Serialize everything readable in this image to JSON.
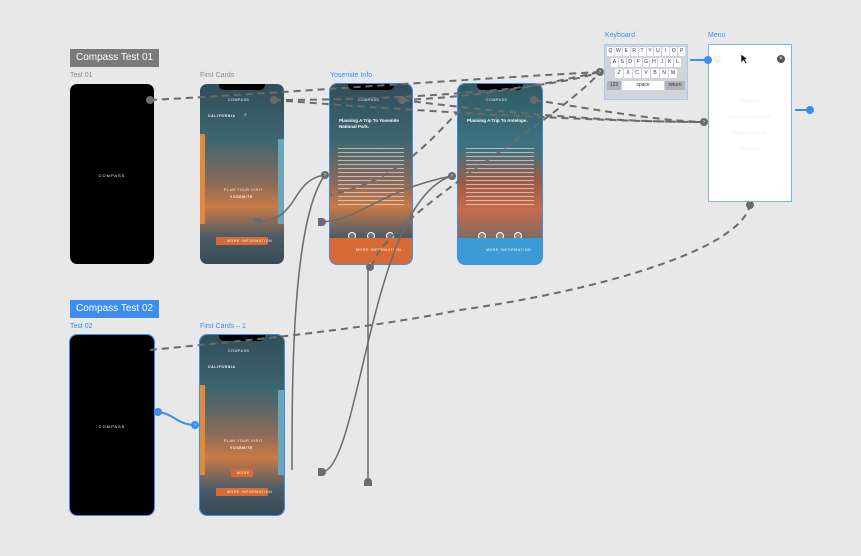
{
  "groups": [
    {
      "label": "Compass Test 01"
    },
    {
      "label": "Compass Test 02"
    }
  ],
  "artboards": {
    "test01": "Test 01",
    "first_cards": "First Cards",
    "yosemite_info": "Yosemite Info",
    "keyboard": "Keyboard",
    "menu": "Menu",
    "test02": "Test 02",
    "first_cards_1": "First Cards – 1"
  },
  "phone": {
    "compass_word": "COMPASS",
    "header_word": "COMPASS",
    "california": "CALIFORNIA",
    "plan_trip": "PLAN YOUR VISIT",
    "yosemite": "YOSEMITE",
    "more": "MORE",
    "info_button": "MORE INFORMATION",
    "yosemite_heading": "Planning A Trip To Yosemite National Park.",
    "antelope_heading": "Planning A Trip To Antelope."
  },
  "keyboard_rows": [
    [
      "Q",
      "W",
      "E",
      "R",
      "T",
      "Y",
      "U",
      "I",
      "O",
      "P"
    ],
    [
      "A",
      "S",
      "D",
      "F",
      "G",
      "H",
      "J",
      "K",
      "L"
    ],
    [
      "Z",
      "X",
      "C",
      "V",
      "B",
      "N",
      "M"
    ]
  ],
  "keyboard_bottom": {
    "num": "123",
    "space": "space",
    "ret": "return"
  },
  "menu_items": [
    "YOSEMITE",
    "ANTELOPE CANYON",
    "GRAND CANYON",
    "SEQUOIA"
  ],
  "colors": {
    "canvas": "#e8e8e8",
    "accent_blue": "#3b8ef0",
    "wire_gray": "#6b6b6b",
    "orange": "#d86a35"
  }
}
